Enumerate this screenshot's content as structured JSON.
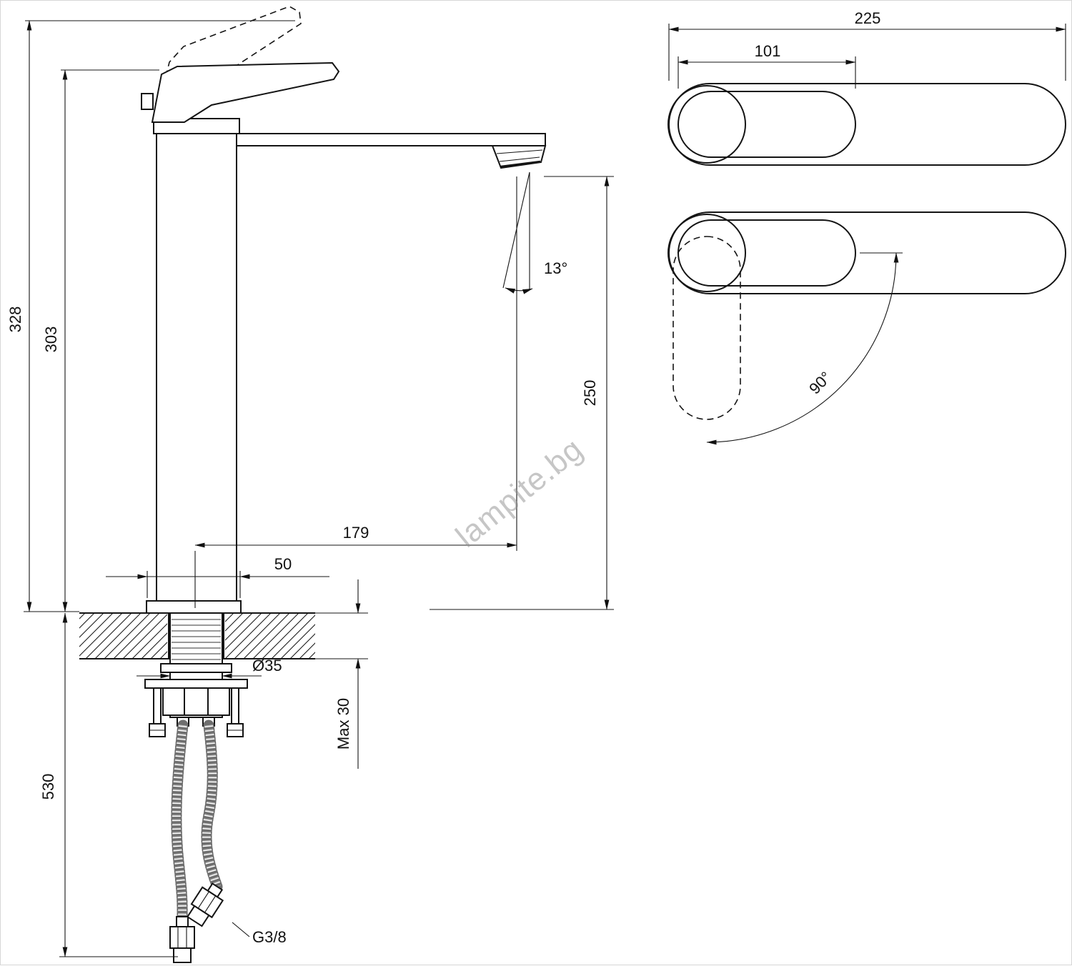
{
  "watermark": {
    "text": "lampite.bg"
  },
  "front_view": {
    "labels": {
      "total_height": "328",
      "body_height": "303",
      "below_deck_height": "530",
      "spout_reach": "179",
      "base_width": "50",
      "hole_diameter": "Ø35",
      "max_deck_thickness": "Max 30",
      "spout_angle": "13°",
      "outlet_height": "250",
      "hose_thread": "G3/8"
    }
  },
  "top_view": {
    "labels": {
      "total_length": "225",
      "handle_length": "101",
      "swivel_angle": "90°"
    }
  }
}
